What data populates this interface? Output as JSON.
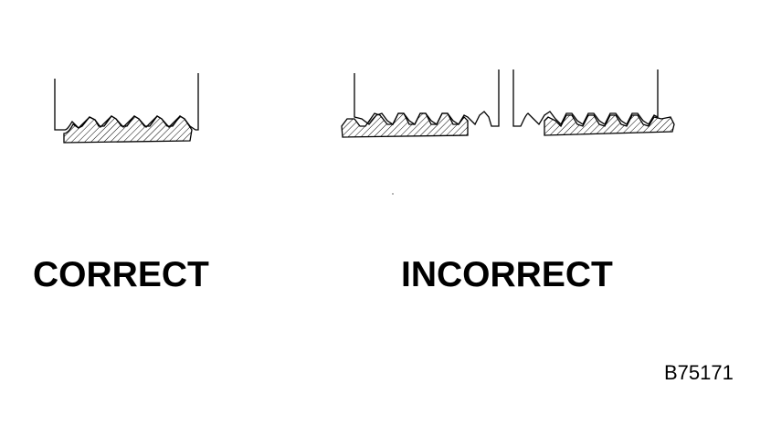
{
  "labels": {
    "correct": "CORRECT",
    "incorrect": "INCORRECT"
  },
  "figure_code": "B75171",
  "colors": {
    "ink": "#000000",
    "background": "#ffffff"
  }
}
